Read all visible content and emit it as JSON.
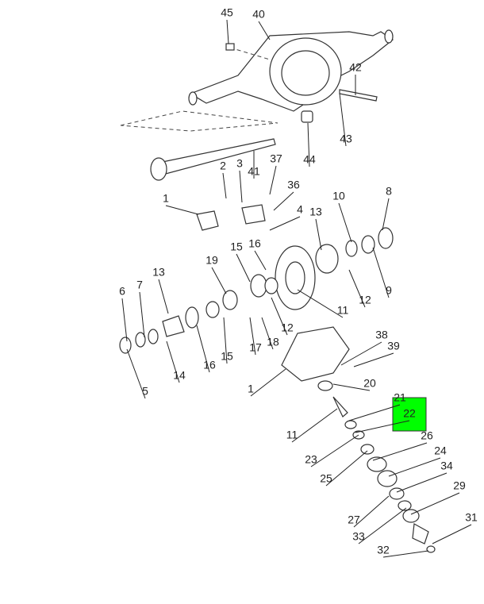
{
  "diagram": {
    "labels": [
      "45",
      "40",
      "42",
      "43",
      "44",
      "41",
      "37",
      "2",
      "3",
      "36",
      "1",
      "4",
      "10",
      "8",
      "13",
      "16",
      "15",
      "19",
      "13",
      "7",
      "6",
      "9",
      "12",
      "11",
      "12",
      "17",
      "18",
      "16",
      "15",
      "14",
      "5",
      "38",
      "39",
      "20",
      "1",
      "21",
      "22",
      "26",
      "11",
      "23",
      "24",
      "34",
      "25",
      "29",
      "27",
      "31",
      "33",
      "32"
    ],
    "highlighted_label": "22",
    "highlight_color": "#00ff00"
  }
}
